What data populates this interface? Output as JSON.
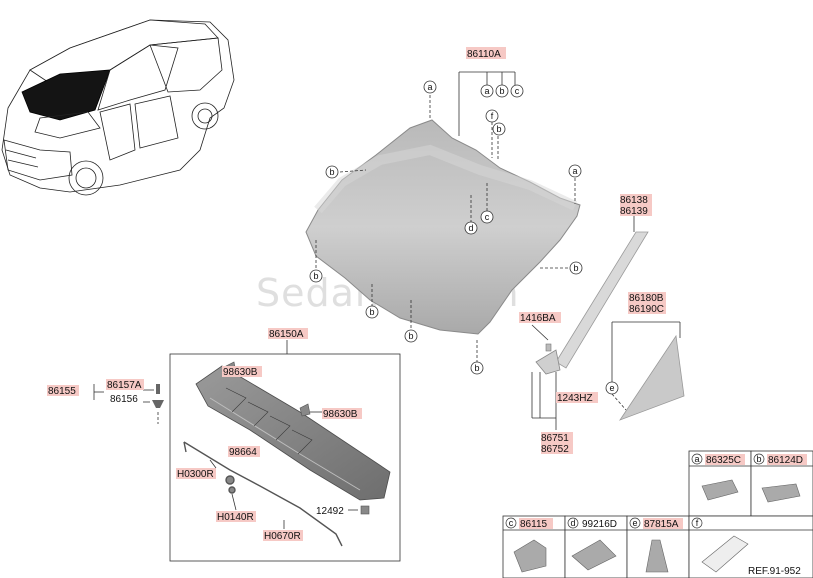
{
  "watermark": "SedanViet.vn",
  "parts": {
    "windshield_glass": "86110A",
    "side_molding": [
      "86138",
      "86139"
    ],
    "front_tape": "1416BA",
    "clip_hz": "1243HZ",
    "lower_molding": [
      "86751",
      "86752"
    ],
    "delta_glass": [
      "86180B",
      "86190C"
    ],
    "cowl_panel": "86150A",
    "bolt_a": "86157A",
    "washer": "86156",
    "cowl_assy": "86155",
    "grommet_1": "98630B",
    "grommet_2": "98630B",
    "nozzle": "98664",
    "hose_1": "H0300R",
    "hose_2": "H0140R",
    "hose_3": "H0670R",
    "screw": "12492"
  },
  "callouts": [
    "a",
    "b",
    "c",
    "d",
    "e",
    "f"
  ],
  "legend": {
    "a": "86325C",
    "b": "86124D",
    "c": "86115",
    "d": "99216D",
    "e": "87815A",
    "f": "",
    "ref": "REF.91-952"
  }
}
